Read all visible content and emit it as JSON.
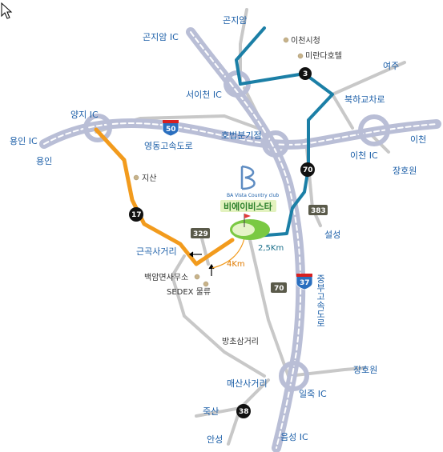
{
  "colors": {
    "expressway": "#b9bed6",
    "road": "#c8c8c8",
    "teal_route": "#1b7fa6",
    "orange_route": "#f29b1d",
    "label_blue": "#1c5fa8"
  },
  "places": {
    "gonjiam": "곤지암",
    "gonjiam_ic": "곤지암 IC",
    "icheon_city_hall": "이천시청",
    "mirando_hotel": "미란다호텔",
    "yeoju": "여주",
    "seoicheon_ic": "서이천 IC",
    "bukha_gyocharo": "북하교차로",
    "yangji_ic": "양지 IC",
    "yongin_ic": "용인 IC",
    "yongin": "용인",
    "hobeop_junction": "호법분기점",
    "yeongdong_expwy": "영동고속도로",
    "icheon_ic": "이천 IC",
    "icheon": "이천",
    "janghowon_1": "장호원",
    "jisan": "지산",
    "ba_country": "비에이비스타",
    "ba_logo": "BA Vista Country club",
    "seolseong": "설성",
    "gongok_crossroad": "근곡사거리",
    "baegam_office": "백암면사무소",
    "sedex": "SEDEX 물류",
    "bangcho_crossroad": "방초삼거리",
    "jungbu_expwy": "중부고속도로",
    "maesan_crossroad": "매산사거리",
    "janghowon_2": "장호원",
    "iljuk_ic": "일죽 IC",
    "juksan": "죽산",
    "anseong": "안성",
    "eumseong_ic": "음성 IC"
  },
  "routes": {
    "r3": "3",
    "r70a": "70",
    "r383": "383",
    "r50": "50",
    "r17": "17",
    "r329": "329",
    "r70b": "70",
    "r37": "37",
    "r38": "38"
  },
  "distances": {
    "d1": "2,5Km",
    "d2": "4Km"
  }
}
